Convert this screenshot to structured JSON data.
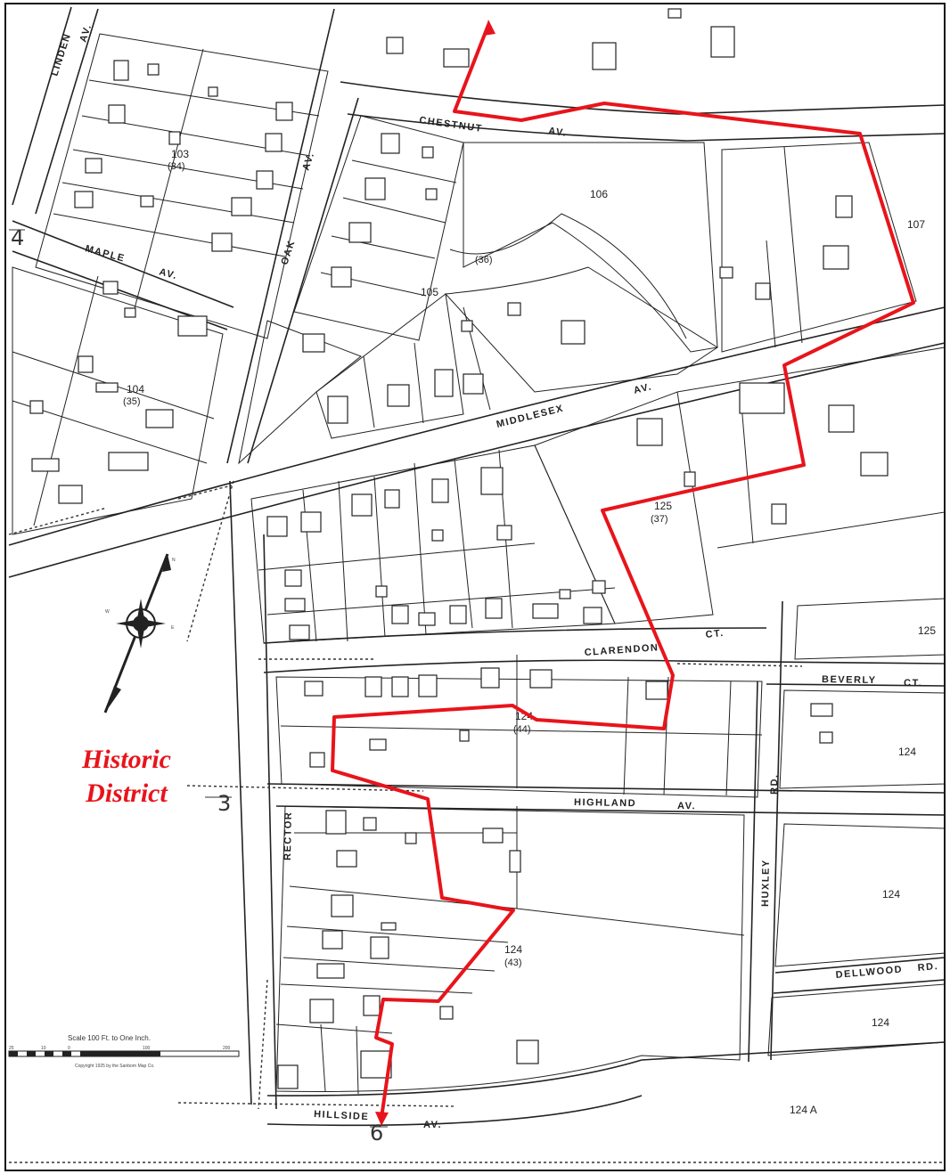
{
  "map": {
    "district_label": [
      "Historic",
      "District"
    ],
    "boundary_color": "#e8141b",
    "streets": {
      "chestnut": "CHESTNUT",
      "chestnut_av": "AV.",
      "linden": "LINDEN",
      "linden_av": "AV.",
      "maple": "MAPLE",
      "maple_av": "AV.",
      "oak": "OAK",
      "oak_av": "AV.",
      "middlesex": "MIDDLESEX",
      "middlesex_av": "AV.",
      "clarendon": "CLARENDON",
      "clarendon_ct": "CT.",
      "beverly": "BEVERLY",
      "beverly_ct": "CT.",
      "highland": "HIGHLAND",
      "highland_av": "AV.",
      "rector": "RECTOR",
      "huxley": "HUXLEY",
      "rd": "RD.",
      "dellwood": "DELLWOOD",
      "dellwood_rd": "RD.",
      "hillside": "HILLSIDE",
      "hillside_av": "AV."
    },
    "blocks": {
      "b103": "103",
      "b103_sub": "(34)",
      "b104": "104",
      "b104_sub": "(35)",
      "b105": "105",
      "b106": "106",
      "b106_sub": "(36)",
      "b107": "107",
      "b125": "125",
      "b125_sub": "(37)",
      "b125_right": "125",
      "b124_a": "124",
      "b124_a_sub": "(44)",
      "b124_right1": "124",
      "b124_right2": "124",
      "b124_center": "124",
      "b124_center_sub": "(43)",
      "b124_right3": "124",
      "b124a": "124 A"
    },
    "sheet_numbers": {
      "left": "4",
      "middle": "3",
      "bottom": "6"
    },
    "scale": {
      "title": "Scale 100 Ft. to One Inch.",
      "ticks": [
        "25",
        "10",
        "0",
        "100",
        "200"
      ],
      "copyright": "Copyright 1925 by the Sanborn Map Co."
    }
  }
}
